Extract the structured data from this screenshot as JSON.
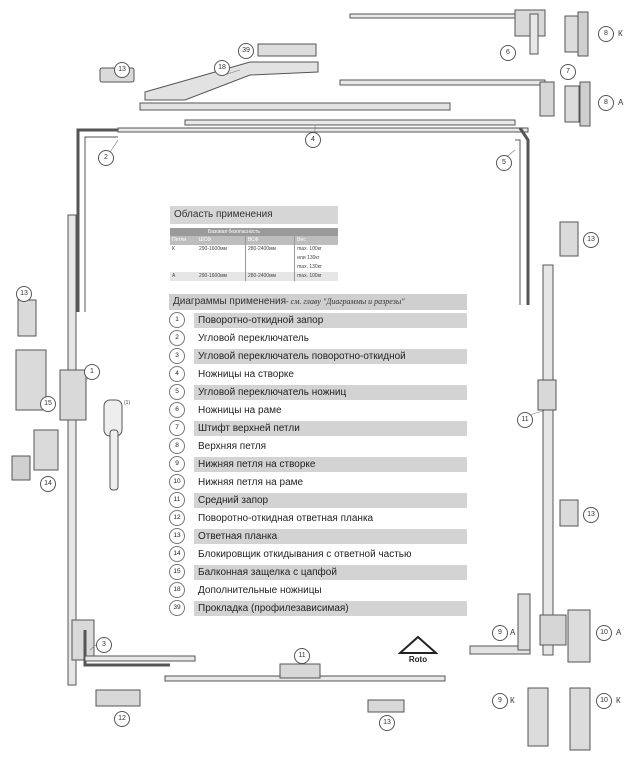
{
  "application_area": {
    "title": "Область применения",
    "subheader": "Базовая безопасность",
    "columns": [
      "Петли",
      "ШСФ",
      "ВСФ",
      "Вес"
    ],
    "rows": [
      {
        "petli": "К",
        "shsf": "290-1600мм",
        "vsf": "280-2400мм",
        "ves": "max. 100кг"
      },
      {
        "petli": "",
        "shsf": "",
        "vsf": "",
        "ves": "или 130кг"
      },
      {
        "petli": "",
        "shsf": "",
        "vsf": "",
        "ves": "max. 130кг"
      },
      {
        "petli": "А",
        "shsf": "290-1600мм",
        "vsf": "280-2400мм",
        "ves": "max. 100кг"
      }
    ]
  },
  "diagrams": {
    "title": "Диаграммы применения",
    "subtitle": "- см. главу \"Диаграммы и разрезы\"",
    "items": [
      {
        "num": "1",
        "label": "Поворотно-откидной запор"
      },
      {
        "num": "2",
        "label": "Угловой переключатель"
      },
      {
        "num": "3",
        "label": "Угловой переключатель поворотно-откидной"
      },
      {
        "num": "4",
        "label": "Ножницы на створке"
      },
      {
        "num": "5",
        "label": "Угловой переключатель ножниц"
      },
      {
        "num": "6",
        "label": "Ножницы на раме"
      },
      {
        "num": "7",
        "label": "Штифт верхней петли"
      },
      {
        "num": "8",
        "label": "Верхняя петля"
      },
      {
        "num": "9",
        "label": "Нижняя петля на створке"
      },
      {
        "num": "10",
        "label": "Нижняя петля на раме"
      },
      {
        "num": "11",
        "label": "Средний запор"
      },
      {
        "num": "12",
        "label": "Поворотно-откидная ответная планка"
      },
      {
        "num": "13",
        "label": "Ответная планка"
      },
      {
        "num": "14",
        "label": "Блокировщик откидывания с ответной частью"
      },
      {
        "num": "15",
        "label": "Балконная защелка с цапфой"
      },
      {
        "num": "18",
        "label": "Дополнительные ножницы"
      },
      {
        "num": "39",
        "label": "Прокладка (профилезависимая)"
      }
    ]
  },
  "callouts": {
    "c39": "39",
    "c18": "18",
    "c13a": "13",
    "c6": "6",
    "c8k": "8",
    "k1": "К",
    "c7": "7",
    "c8a": "8",
    "a1": "А",
    "c4": "4",
    "c2": "2",
    "c5": "5",
    "c13b": "13",
    "c13c": "13",
    "c1": "1",
    "c15": "15",
    "c14": "14",
    "c11a": "11",
    "c13d": "13",
    "c3": "3",
    "c11b": "11",
    "c9a": "9",
    "a2": "А",
    "c10a": "10",
    "a3": "А",
    "c12": "12",
    "c13e": "13",
    "c9k": "9",
    "k2": "К",
    "c10k": "10",
    "k3": "К"
  },
  "handle_note": "(1)",
  "logo": "Roto",
  "colors": {
    "header_bg": "#d6d6d6",
    "row_shade": "#d3d3d3",
    "table_header": "#9a9a9a"
  }
}
